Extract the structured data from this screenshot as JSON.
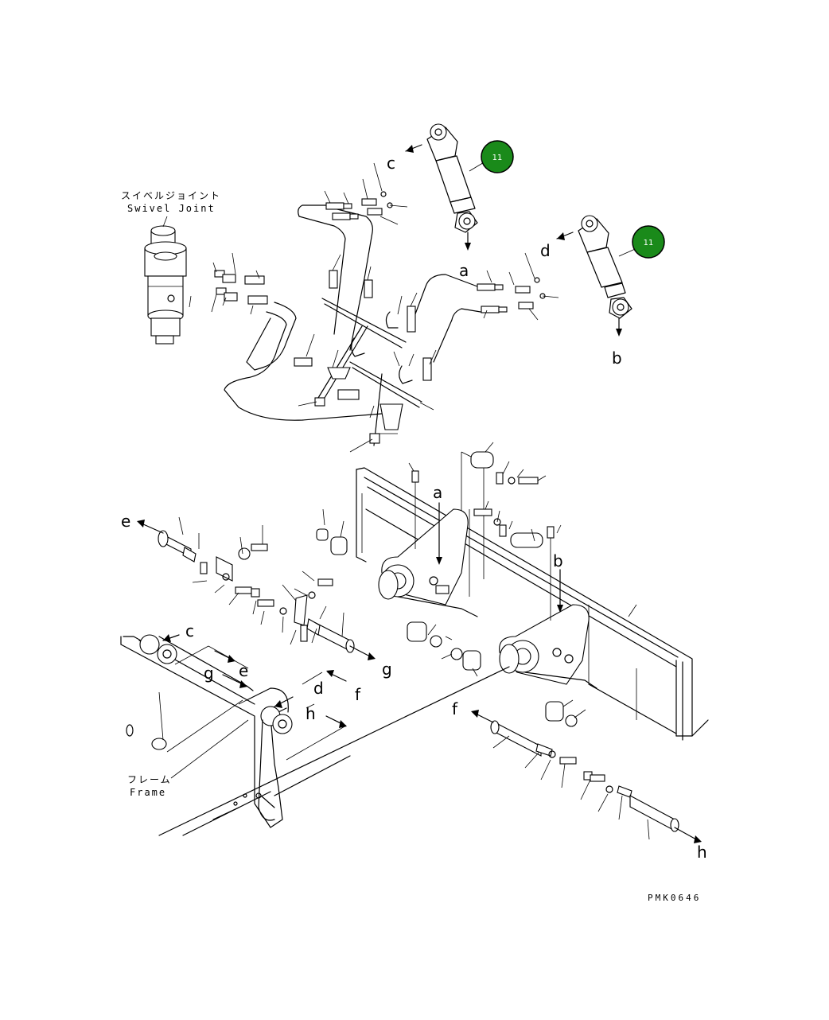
{
  "labels": {
    "swivel_jp": "スイベルジョイント",
    "swivel_en": "Swivel Joint",
    "frame_jp": "フレーム",
    "frame_en": "Frame",
    "drawing_code": "PMK0646"
  },
  "callouts": [
    {
      "id": "a",
      "text": "a"
    },
    {
      "id": "b",
      "text": "b"
    },
    {
      "id": "c",
      "text": "c"
    },
    {
      "id": "d",
      "text": "d"
    },
    {
      "id": "e",
      "text": "e"
    },
    {
      "id": "f",
      "text": "f"
    },
    {
      "id": "g",
      "text": "g"
    },
    {
      "id": "h",
      "text": "h"
    }
  ],
  "badges": [
    {
      "id": "cylinder-left",
      "text": "11"
    },
    {
      "id": "cylinder-right",
      "text": "11"
    }
  ],
  "colors": {
    "badge": "#1a8a1a",
    "ink": "#000000",
    "paper": "#ffffff"
  }
}
